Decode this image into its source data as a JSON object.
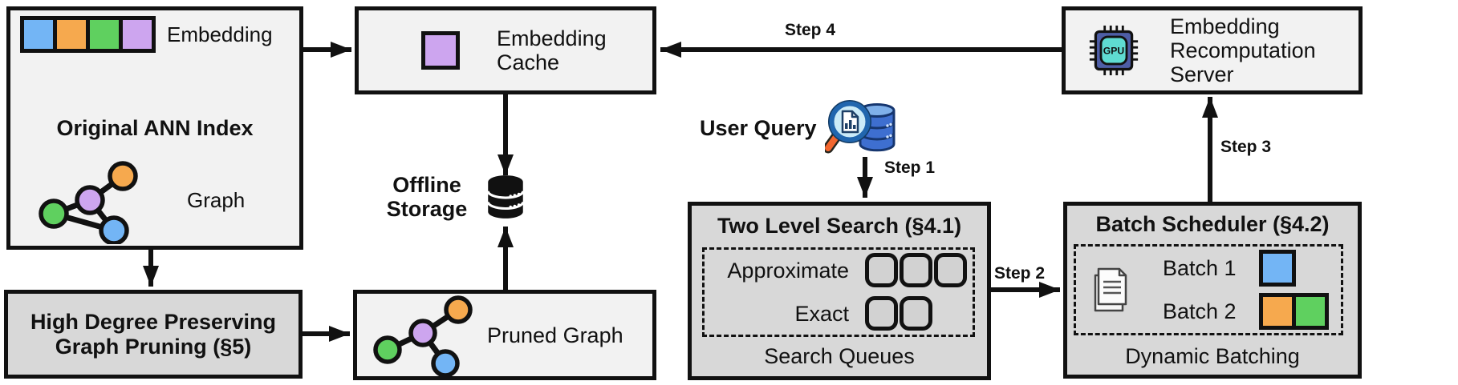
{
  "ann_index": {
    "embedding_label": "Embedding",
    "title": "Original ANN Index",
    "graph_label": "Graph"
  },
  "embedding_cache": {
    "label": "Embedding Cache"
  },
  "recomputation_server": {
    "label": "Embedding Recomputation Server",
    "chip_text": "GPU"
  },
  "offline_storage": {
    "label": "Offline Storage"
  },
  "user_query": {
    "label": "User Query"
  },
  "high_degree_pruning": {
    "label": "High Degree Preserving Graph Pruning (§5)"
  },
  "pruned_graph": {
    "label": "Pruned Graph"
  },
  "two_level_search": {
    "title": "Two Level Search (§4.1)",
    "approximate_label": "Approximate",
    "exact_label": "Exact",
    "caption": "Search Queues"
  },
  "batch_scheduler": {
    "title": "Batch Scheduler (§4.2)",
    "batch1_label": "Batch 1",
    "batch2_label": "Batch 2",
    "caption": "Dynamic Batching"
  },
  "steps": {
    "step1": "Step 1",
    "step2": "Step 2",
    "step3": "Step 3",
    "step4": "Step 4"
  },
  "colors": {
    "blue": "#73B5F5",
    "orange": "#F6A94E",
    "green": "#5FD05F",
    "purple": "#CDA5EF",
    "box-light": "#F2F2F2",
    "box-dark": "#D8D8D8",
    "ink": "#111111",
    "queue-fill": "#D2D2D2",
    "db-blue": "#3E6FD0",
    "db-blue-top": "#7FB0EA",
    "db-outline": "#16366F",
    "lens": "#CBEBF8",
    "rim": "#2166AE",
    "handle": "#F2662E",
    "chip-body": "#4E5EA6",
    "chip-core": "#5FDCD2"
  }
}
